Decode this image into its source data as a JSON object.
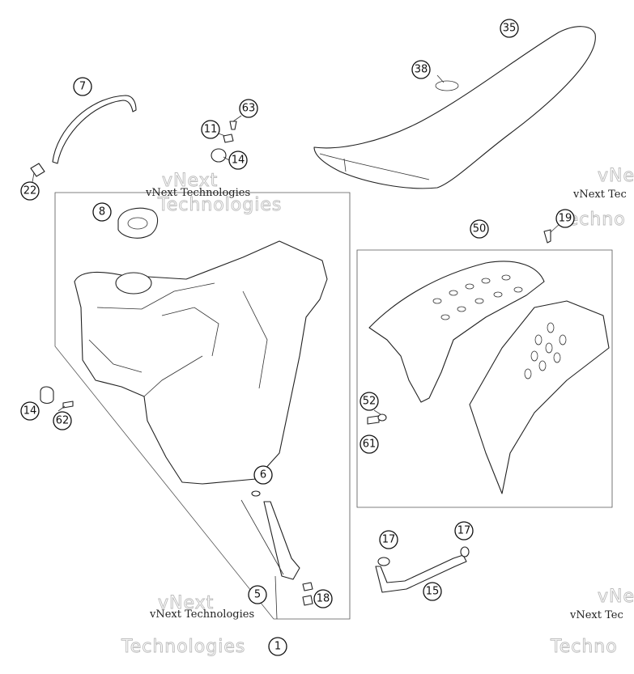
{
  "callouts": [
    "35",
    "38",
    "7",
    "63",
    "11",
    "14",
    "22",
    "8",
    "19",
    "50",
    "14",
    "62",
    "52",
    "61",
    "6",
    "17",
    "17",
    "5",
    "18",
    "15",
    "1"
  ],
  "watermark": {
    "line1": "vNext Technologies",
    "line2": "vNext",
    "line3": "Technologies",
    "edge1": "vNext Tec",
    "edge2": "vNe",
    "edge3": "Techno"
  }
}
